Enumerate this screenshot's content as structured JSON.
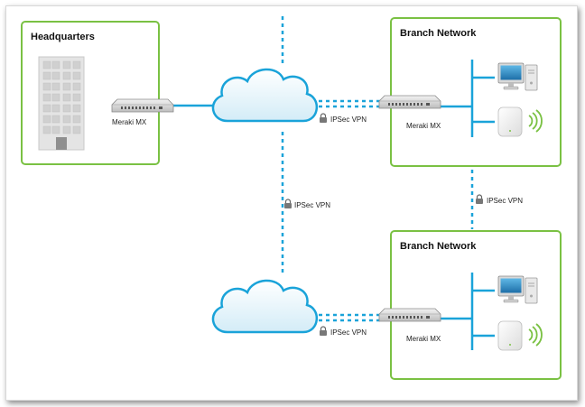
{
  "colors": {
    "box_border": "#7ac143",
    "link": "#1aa3d9",
    "text": "#111111"
  },
  "headquarters": {
    "title": "Headquarters",
    "device_label": "Meraki MX",
    "icons": [
      "building-icon",
      "router-icon"
    ]
  },
  "branch_top": {
    "title": "Branch Network",
    "device_label": "Meraki MX",
    "icons": [
      "router-icon",
      "computer-icon",
      "access-point-icon",
      "wifi-signal-icon"
    ]
  },
  "branch_bottom": {
    "title": "Branch Network",
    "device_label": "Meraki MX",
    "icons": [
      "router-icon",
      "computer-icon",
      "access-point-icon",
      "wifi-signal-icon"
    ]
  },
  "vpn_links": {
    "top": "IPSec VPN",
    "middle": "IPSec VPN",
    "right": "IPSec VPN",
    "bottom": "IPSec VPN"
  },
  "clouds": [
    "cloud-icon-top",
    "cloud-icon-bottom"
  ]
}
